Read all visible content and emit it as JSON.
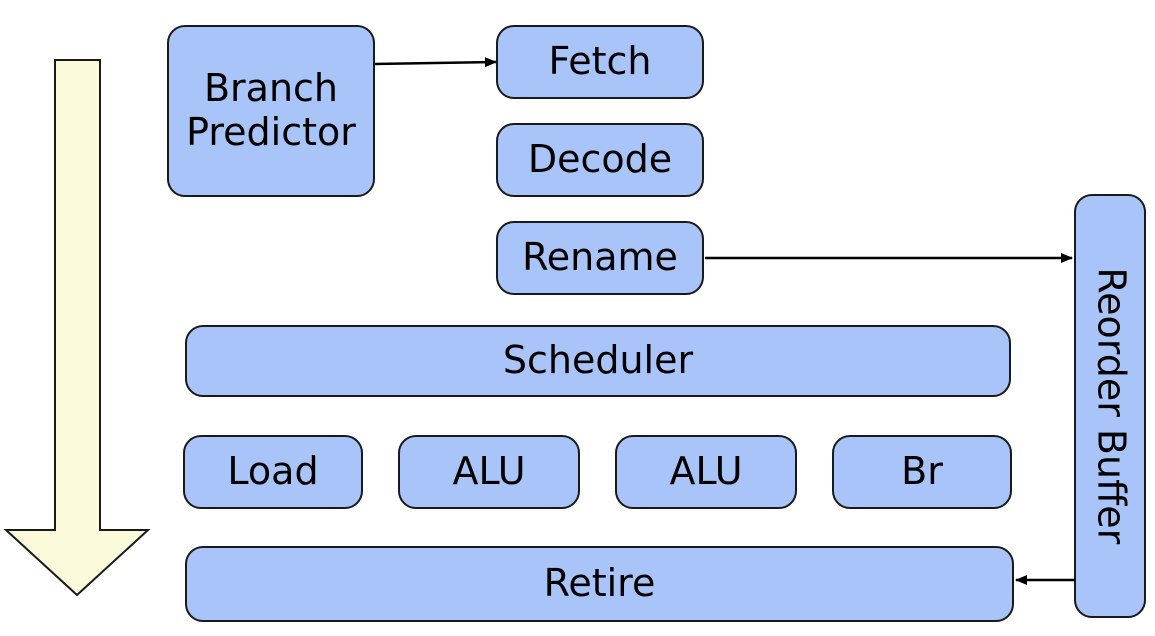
{
  "blocks": {
    "branch_predictor": {
      "line1": "Branch",
      "line2": "Predictor"
    },
    "fetch": "Fetch",
    "decode": "Decode",
    "rename": "Rename",
    "scheduler": "Scheduler",
    "load": "Load",
    "alu_1": "ALU",
    "alu_2": "ALU",
    "br": "Br",
    "retire": "Retire",
    "reorder_buffer": "Reorder Buffer"
  },
  "colors": {
    "block_fill": "#a8c4f8",
    "block_border": "#1a1a1a",
    "flow_arrow_fill": "#fbfbdc",
    "flow_arrow_stroke": "#1a1a1a",
    "connector": "#000000"
  }
}
